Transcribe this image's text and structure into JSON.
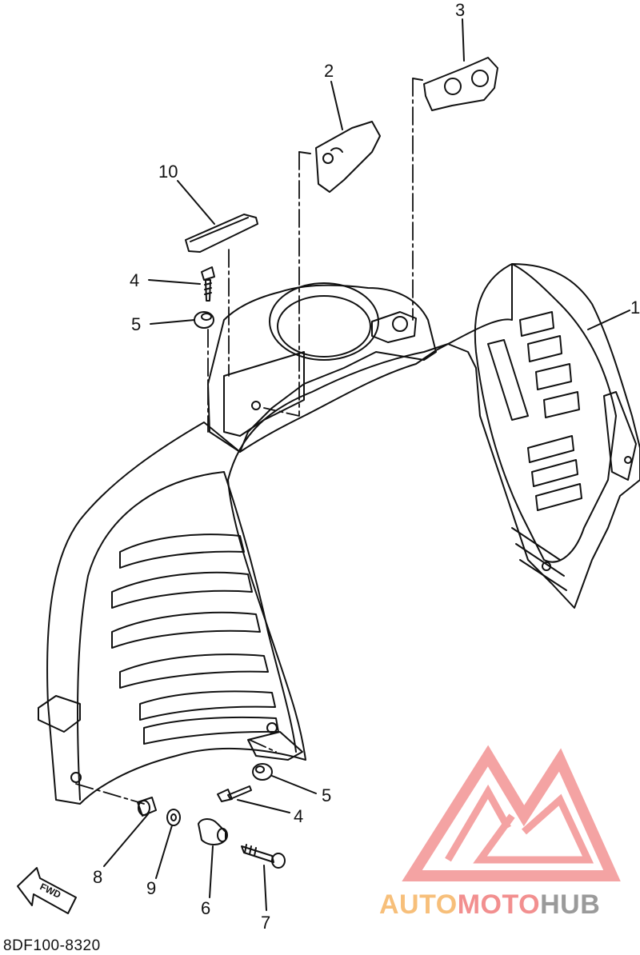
{
  "callouts": [
    {
      "id": "c1",
      "label": "1"
    },
    {
      "id": "c2",
      "label": "2"
    },
    {
      "id": "c3",
      "label": "3"
    },
    {
      "id": "c4a",
      "label": "4"
    },
    {
      "id": "c5a",
      "label": "5"
    },
    {
      "id": "c10",
      "label": "10"
    },
    {
      "id": "c5b",
      "label": "5"
    },
    {
      "id": "c4b",
      "label": "4"
    },
    {
      "id": "c8",
      "label": "8"
    },
    {
      "id": "c9",
      "label": "9"
    },
    {
      "id": "c6",
      "label": "6"
    },
    {
      "id": "c7",
      "label": "7"
    }
  ],
  "fwd_label": "FWD",
  "doc_number": "8DF100-8320",
  "watermark": {
    "part1": "AUTO",
    "part2": "MOTO",
    "part3": "HUB",
    "colors": {
      "part1": "#f7bf7a",
      "part2": "#f28f8f",
      "part3": "#9a9a9a",
      "logo": "#f39a9a"
    }
  }
}
